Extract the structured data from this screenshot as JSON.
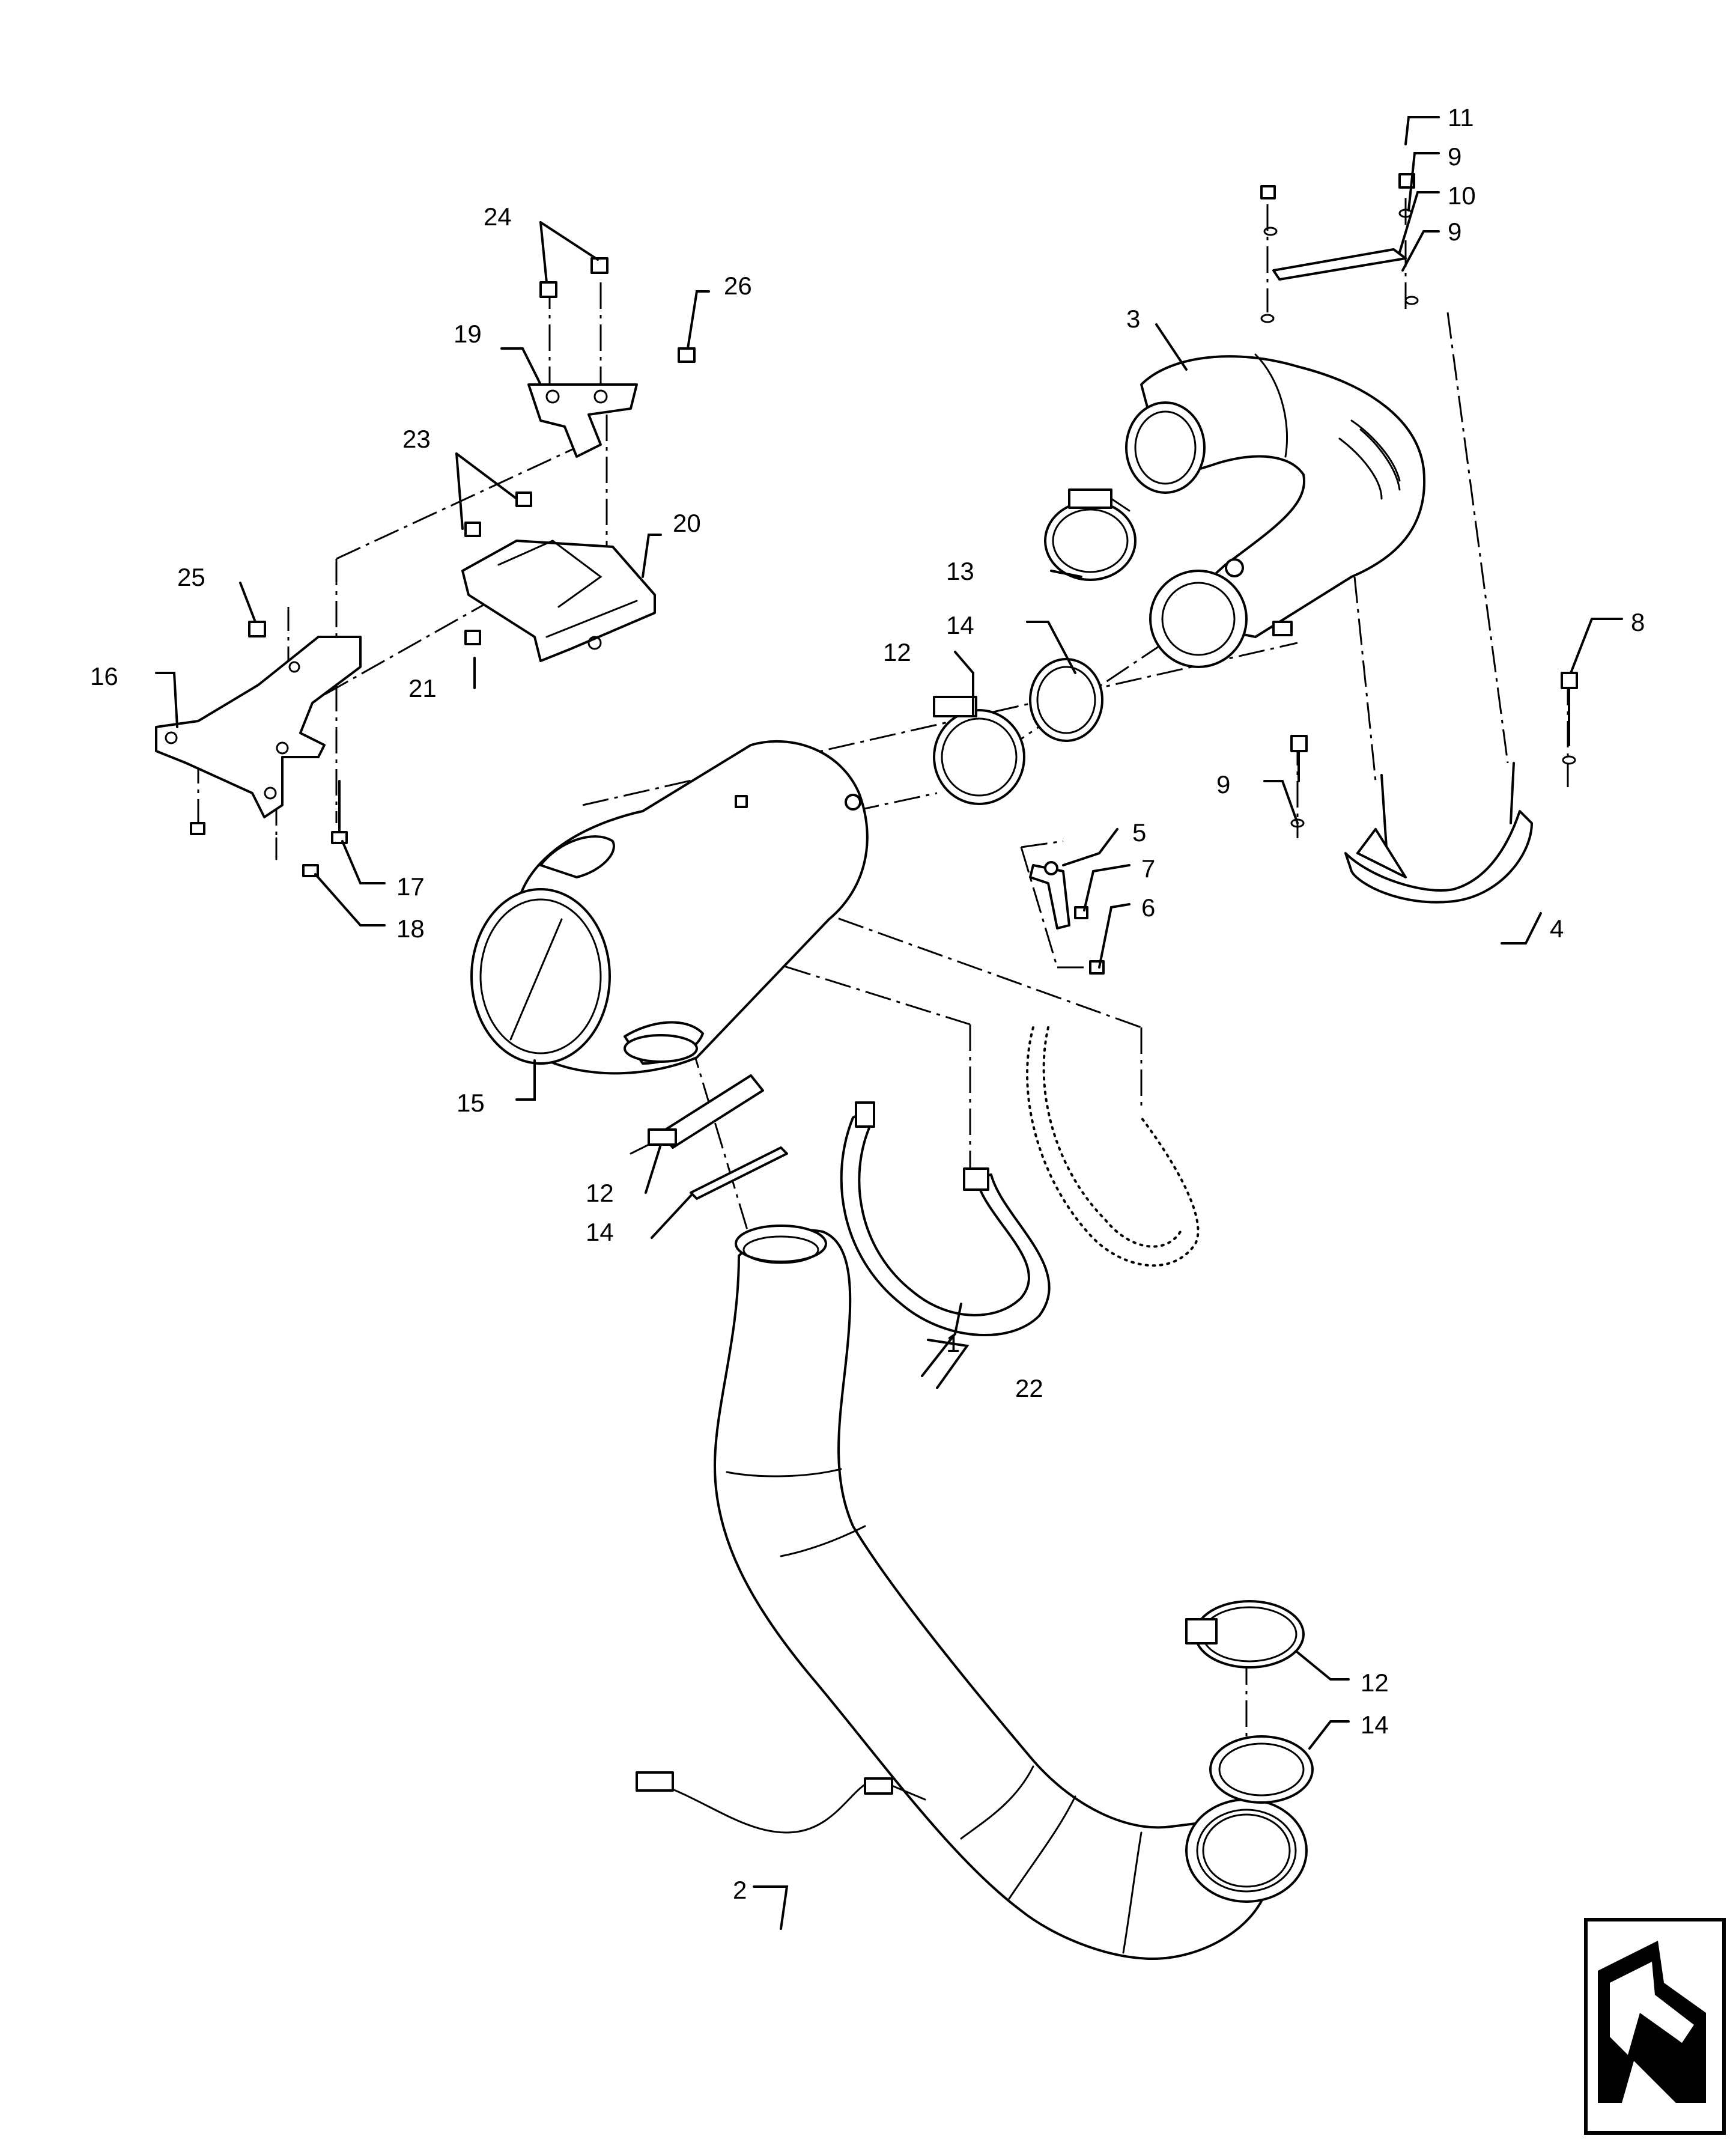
{
  "callouts": {
    "c1": "1",
    "c2": "2",
    "c3": "3",
    "c4": "4",
    "c5": "5",
    "c6": "6",
    "c7": "7",
    "c8": "8",
    "c9a": "9",
    "c9b": "9",
    "c9c": "9",
    "c10": "10",
    "c11": "11",
    "c12a": "12",
    "c12b": "12",
    "c12c": "12",
    "c13": "13",
    "c14a": "14",
    "c14b": "14",
    "c14c": "14",
    "c15": "15",
    "c16": "16",
    "c17": "17",
    "c18": "18",
    "c19": "19",
    "c20": "20",
    "c21": "21",
    "c22": "22",
    "c23": "23",
    "c24": "24",
    "c25": "25",
    "c26": "26"
  },
  "nav_icon": "exploded-view-arrow-icon"
}
